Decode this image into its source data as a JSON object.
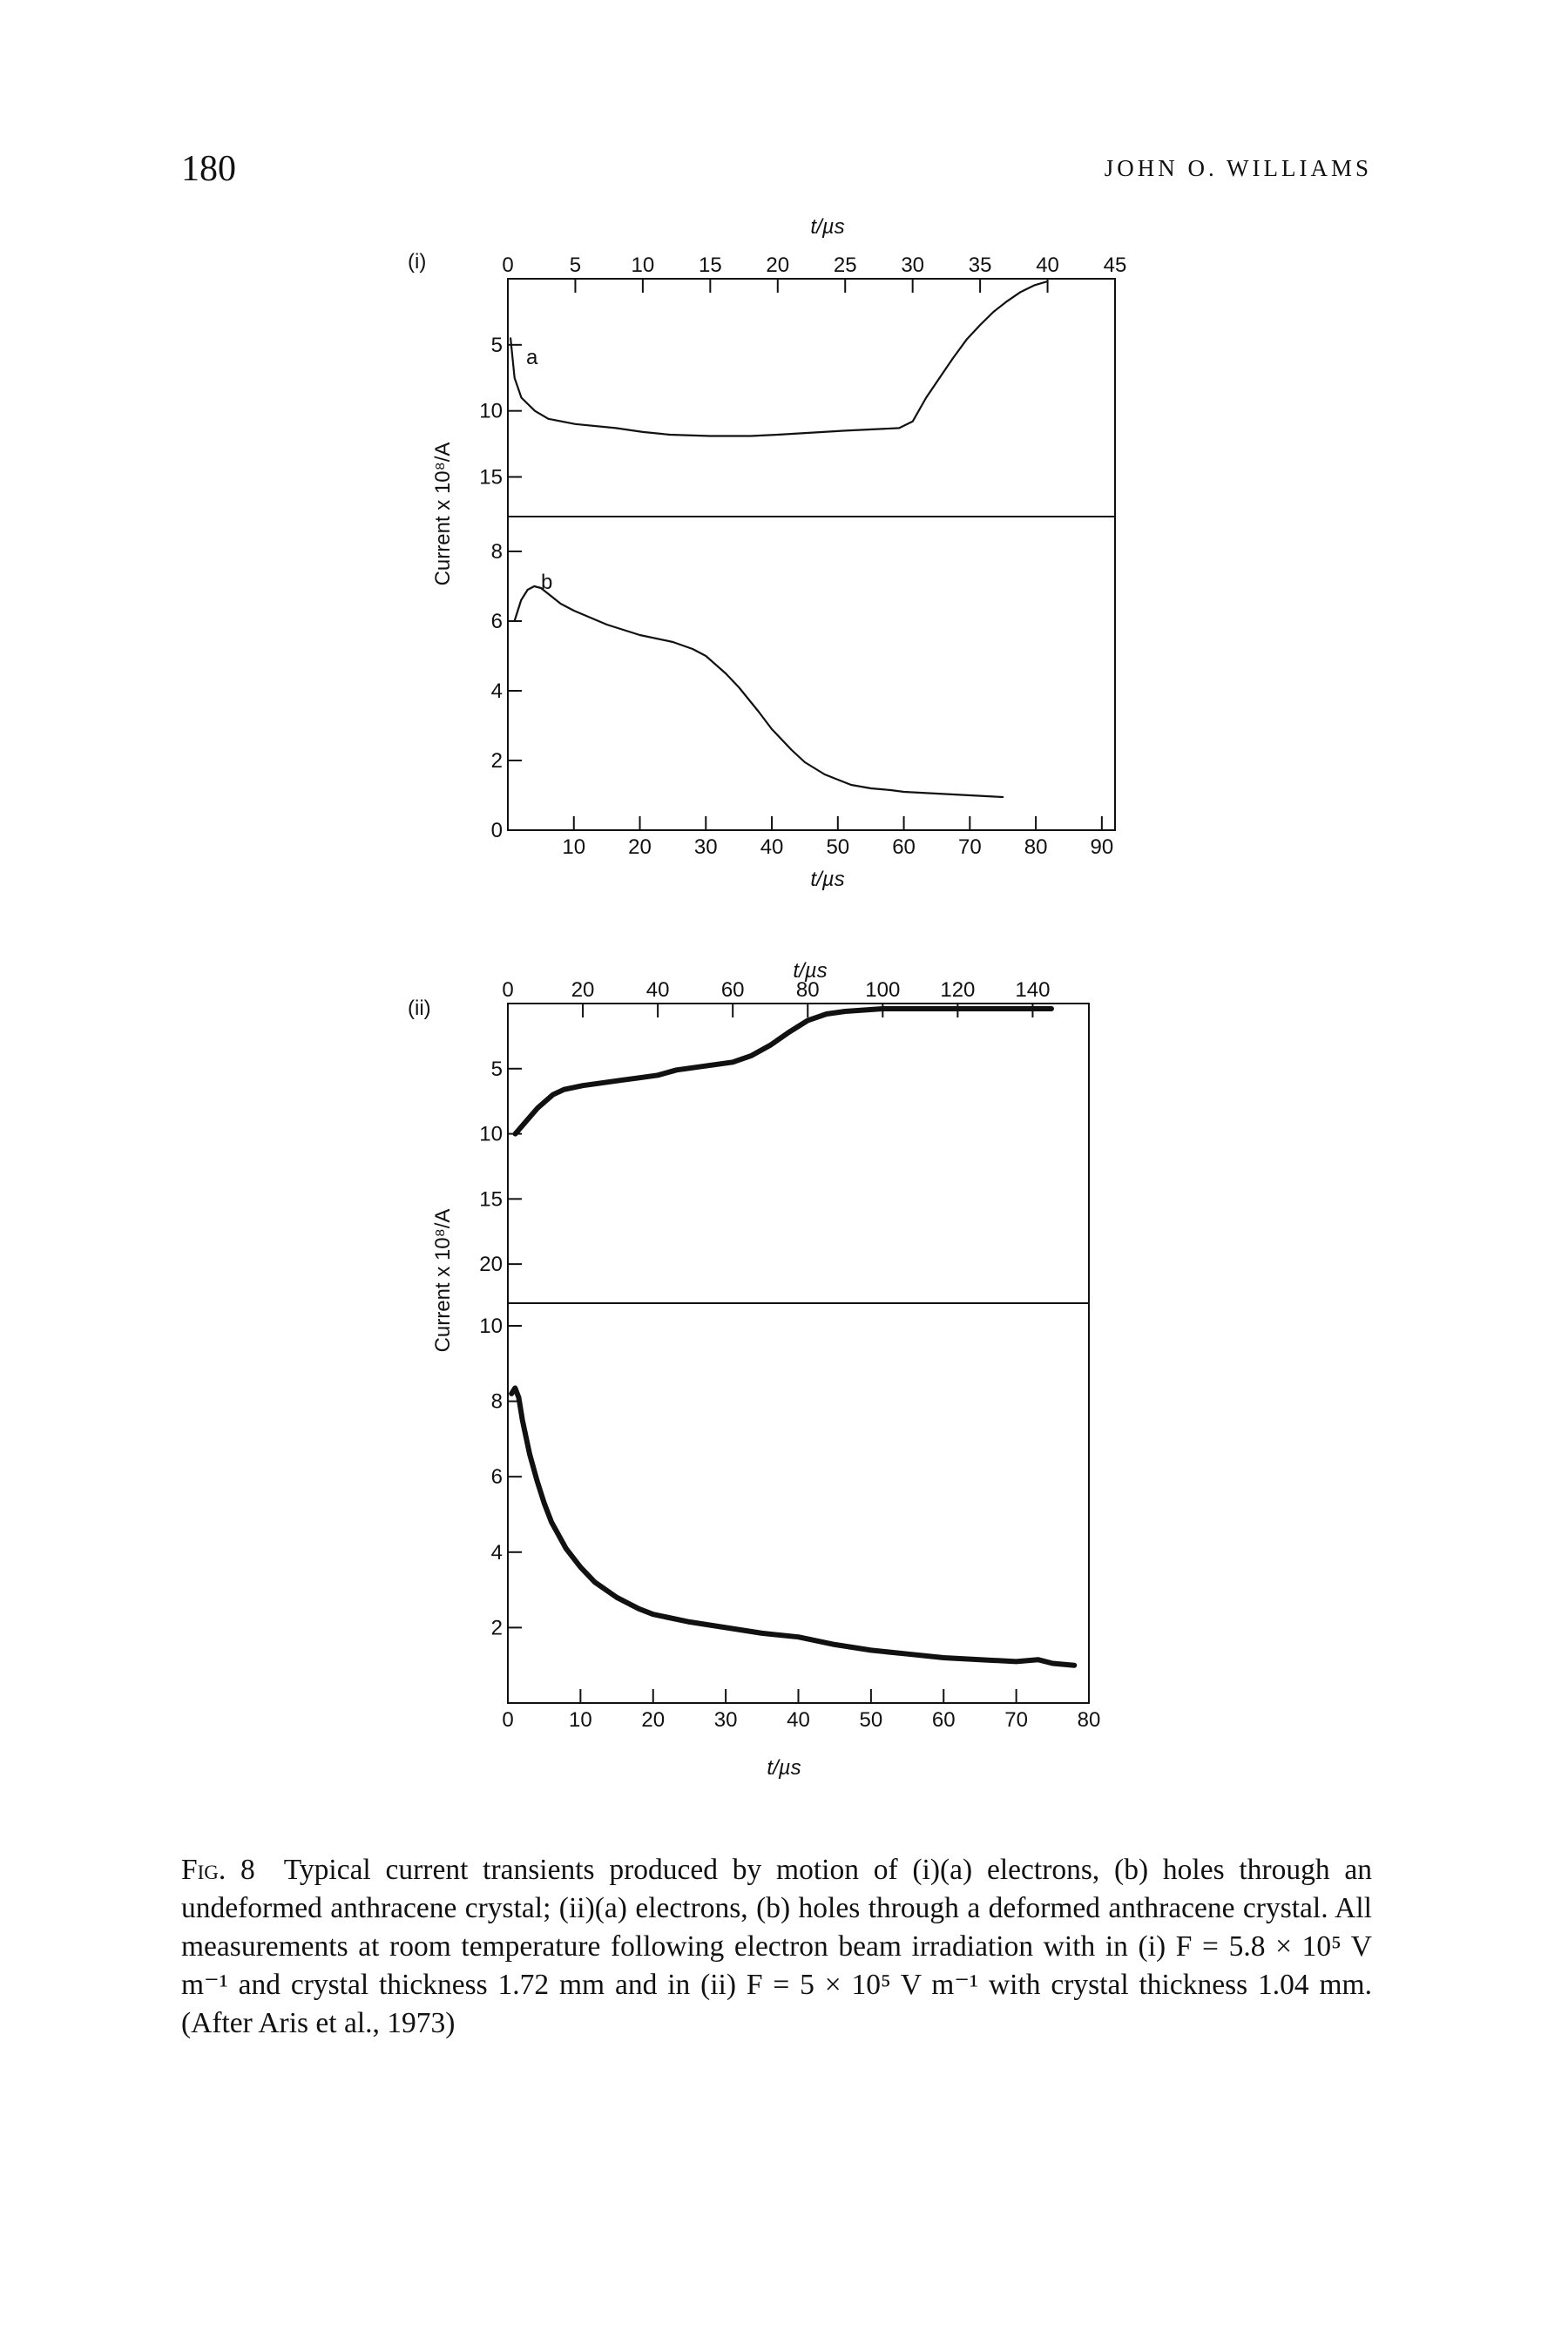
{
  "page": {
    "number": "180",
    "running_head": "JOHN O. WILLIAMS"
  },
  "figure": {
    "panel_i_label": "(i)",
    "panel_ii_label": "(ii)",
    "ylabel": "Current x 10⁸/A",
    "top_axis_label": "t/µs",
    "bottom_axis_label": "t/µs",
    "curve_label_a": "a",
    "curve_label_b": "b"
  },
  "chart_data": [
    {
      "type": "line",
      "panel": "(i)",
      "sub": "a",
      "top_ticks": [
        "0",
        "5",
        "10",
        "15",
        "20",
        "25",
        "30",
        "35",
        "40",
        "45"
      ],
      "xlim": [
        0,
        45
      ],
      "ylim": [
        0,
        18
      ],
      "y_inverted": true,
      "left_ticks": [
        "5",
        "10",
        "15"
      ],
      "xlabel": "t/µs",
      "x": [
        0.2,
        0.5,
        1,
        2,
        3,
        5,
        8,
        10,
        12,
        15,
        18,
        20,
        25,
        29,
        30,
        31,
        32,
        33,
        34,
        35,
        36,
        37,
        38,
        39,
        40
      ],
      "y": [
        4.5,
        7.5,
        9.0,
        10.0,
        10.6,
        11.0,
        11.3,
        11.6,
        11.8,
        11.9,
        11.9,
        11.8,
        11.5,
        11.3,
        10.8,
        9.0,
        7.5,
        6.0,
        4.6,
        3.5,
        2.5,
        1.7,
        1.0,
        0.5,
        0.2
      ]
    },
    {
      "type": "line",
      "panel": "(i)",
      "sub": "b",
      "bottom_ticks": [
        "10",
        "20",
        "30",
        "40",
        "50",
        "60",
        "70",
        "80",
        "90"
      ],
      "xlim": [
        0,
        92
      ],
      "ylim": [
        0,
        9
      ],
      "left_ticks": [
        "0",
        "2",
        "4",
        "6",
        "8"
      ],
      "xlabel": "t/µs",
      "x": [
        1,
        2,
        3,
        4,
        5,
        6,
        8,
        10,
        15,
        20,
        25,
        28,
        30,
        33,
        35,
        38,
        40,
        43,
        45,
        48,
        50,
        52,
        55,
        58,
        60,
        65,
        70,
        75
      ],
      "y": [
        6.0,
        6.6,
        6.9,
        7.0,
        6.95,
        6.8,
        6.5,
        6.3,
        5.9,
        5.6,
        5.4,
        5.2,
        5.0,
        4.5,
        4.1,
        3.4,
        2.9,
        2.3,
        1.95,
        1.6,
        1.45,
        1.3,
        1.2,
        1.15,
        1.1,
        1.05,
        1.0,
        0.95
      ]
    },
    {
      "type": "line",
      "panel": "(ii)",
      "sub": "a",
      "top_ticks": [
        "0",
        "20",
        "40",
        "60",
        "80",
        "100",
        "120",
        "140"
      ],
      "xlim": [
        0,
        155
      ],
      "ylim": [
        0,
        23
      ],
      "y_inverted": true,
      "left_ticks": [
        "5",
        "10",
        "15",
        "20"
      ],
      "xlabel": "t/µs",
      "x": [
        2,
        5,
        8,
        12,
        15,
        20,
        25,
        30,
        35,
        40,
        45,
        50,
        55,
        60,
        65,
        70,
        75,
        80,
        85,
        90,
        95,
        100,
        110,
        120,
        130,
        140,
        145
      ],
      "y": [
        10.0,
        9.0,
        8.0,
        7.0,
        6.6,
        6.3,
        6.1,
        5.9,
        5.7,
        5.5,
        5.1,
        4.9,
        4.7,
        4.5,
        4.0,
        3.2,
        2.2,
        1.3,
        0.8,
        0.6,
        0.5,
        0.4,
        0.4,
        0.4,
        0.4,
        0.4,
        0.4
      ]
    },
    {
      "type": "line",
      "panel": "(ii)",
      "sub": "b",
      "bottom_ticks": [
        "0",
        "10",
        "20",
        "30",
        "40",
        "50",
        "60",
        "70",
        "80"
      ],
      "xlim": [
        0,
        80
      ],
      "ylim": [
        0,
        10.6
      ],
      "left_ticks": [
        "2",
        "4",
        "6",
        "8",
        "10"
      ],
      "xlabel": "t/µs",
      "x": [
        0.5,
        1,
        1.5,
        2,
        3,
        4,
        5,
        6,
        8,
        10,
        12,
        15,
        18,
        20,
        25,
        30,
        35,
        40,
        45,
        50,
        55,
        60,
        65,
        70,
        73,
        75,
        78
      ],
      "y": [
        8.2,
        8.35,
        8.1,
        7.5,
        6.6,
        5.9,
        5.3,
        4.8,
        4.1,
        3.6,
        3.2,
        2.8,
        2.5,
        2.35,
        2.15,
        2.0,
        1.85,
        1.75,
        1.55,
        1.4,
        1.3,
        1.2,
        1.15,
        1.1,
        1.15,
        1.05,
        1.0
      ]
    }
  ],
  "caption": {
    "label": "Fig. 8",
    "text": "Typical current transients produced by motion of (i)(a) electrons, (b) holes through an undeformed anthracene crystal; (ii)(a) electrons, (b) holes through a deformed anthracene crystal. All measurements at room temperature following electron beam irradiation with in (i) F = 5.8 × 10⁵ V m⁻¹ and crystal thickness 1.72 mm and in (ii) F = 5 × 10⁵ V m⁻¹ with crystal thickness 1.04 mm. (After Aris et al., 1973)"
  }
}
